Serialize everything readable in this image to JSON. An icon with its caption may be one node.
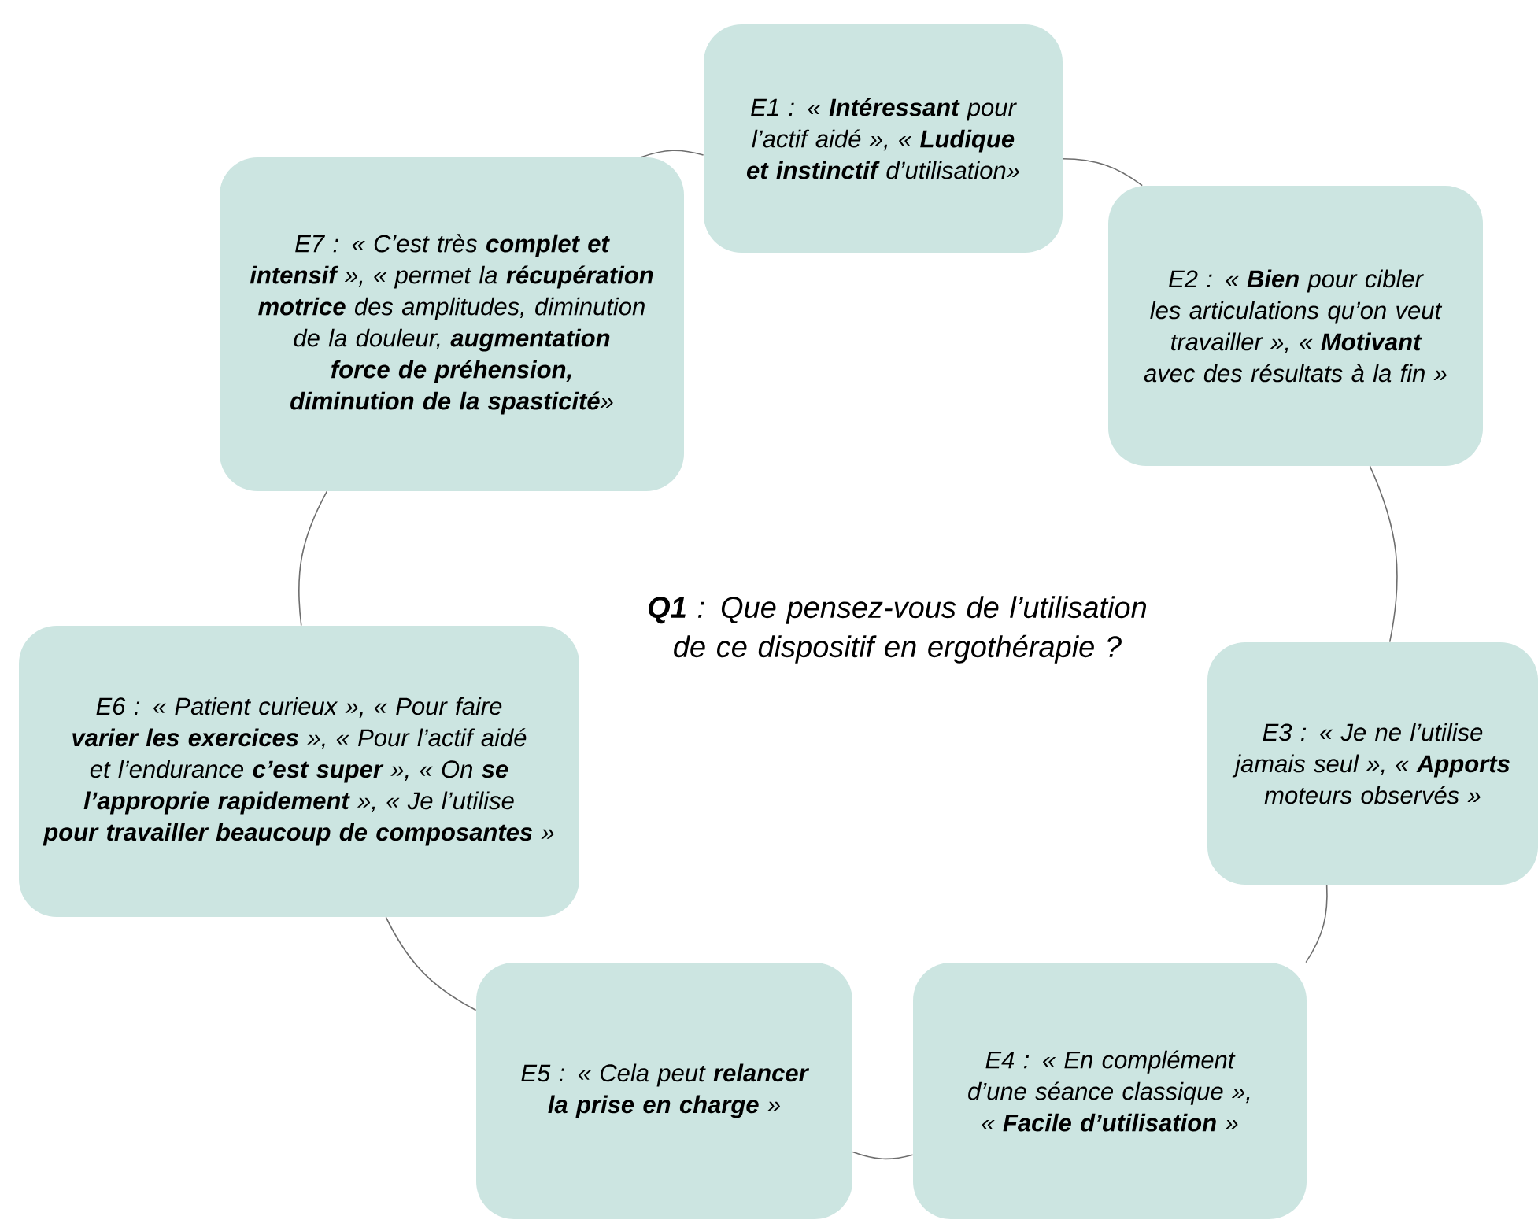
{
  "diagram": {
    "nodes": [
      {
        "text": [
          "E1 : « **Intéressant** pour l’actif aidé », « **Ludique et instinctif** d’utilisation»"
        ]
      },
      {
        "text": [
          "E2 : « **Bien** pour cibler les articulations qu’on veut travailler », « **Motivant** avec des résultats à la fin »"
        ]
      },
      {
        "text": [
          "E3 : « Je ne l’utilise jamais seul », « **Apports** moteurs observés »"
        ]
      },
      {
        "text": [
          "E4 : « En complément d’une séance classique », « **Facile d’utilisation** »"
        ]
      },
      {
        "text": [
          "E5 : « Cela peut **relancer la prise en charge** »"
        ]
      },
      {
        "text": [
          "E6 : « Patient curieux », « Pour faire **varier les exercices** », « Pour l’actif aidé et l’endurance **c’est super** », « On **se l’approprie rapidement** », « Je l’utilise **pour travailler beaucoup de composantes** »"
        ]
      },
      {
        "text": [
          "E7 : « C’est très **complet et intensif** », « permet la **récupération motrice** des amplitudes, diminution de la douleur, **augmentation force de préhension, diminution de la spasticité**»"
        ]
      }
    ],
    "edges": [
      {
        "from": 0,
        "to": 1,
        "arrow": "none"
      },
      {
        "from": 1,
        "to": 2,
        "arrow": "none"
      },
      {
        "from": 2,
        "to": 3,
        "arrow": "none"
      },
      {
        "from": 3,
        "to": 4,
        "arrow": "none"
      },
      {
        "from": 4,
        "to": 5,
        "arrow": "none"
      },
      {
        "from": 5,
        "to": 6,
        "arrow": "none"
      },
      {
        "from": 6,
        "to": 0,
        "arrow": "none"
      }
    ],
    "labels": [
      "**Q1** : Que pensez-vous de l’utilisation de ce dispositif en ergothérapie ?"
    ]
  }
}
